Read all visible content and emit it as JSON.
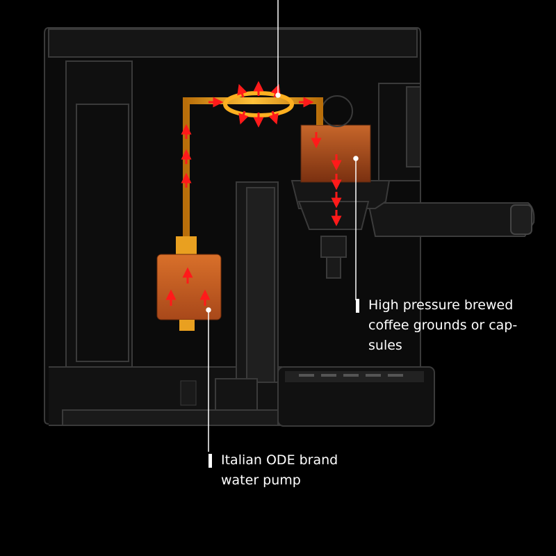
{
  "colors": {
    "background": "#000000",
    "body_outline": "#3a3a3a",
    "pipe": "#f2a319",
    "glow": "#d40000",
    "arrow": "#ff1a1a",
    "label_text": "#ffffff"
  },
  "callouts": {
    "brew": {
      "line1": "High pressure brewed",
      "line2": "coffee grounds or cap-",
      "line3": "sules"
    },
    "pump": {
      "line1": "Italian ODE brand",
      "line2": "water pump"
    }
  }
}
